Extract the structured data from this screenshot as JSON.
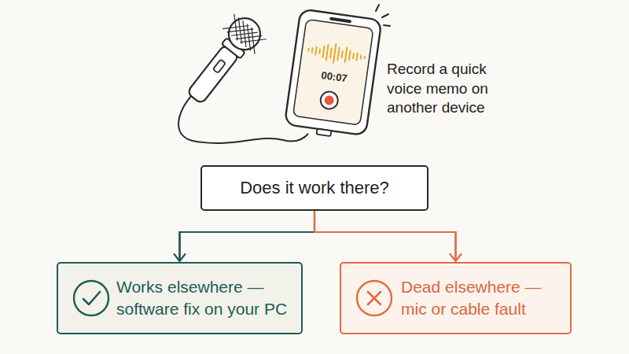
{
  "diagram": {
    "nodes": [
      {
        "text": [
          "Does it work there?"
        ]
      },
      {
        "text": [
          "Works elsewhere — software fix on your PC"
        ]
      },
      {
        "text": [
          "Dead elsewhere — mic or cable fault"
        ]
      }
    ],
    "edges": [
      {
        "from": 0,
        "to": 1,
        "arrow": "to"
      },
      {
        "from": 0,
        "to": 2,
        "arrow": "to"
      }
    ],
    "labels": [
      "00:07",
      "Record a quick voice memo on another device"
    ]
  }
}
